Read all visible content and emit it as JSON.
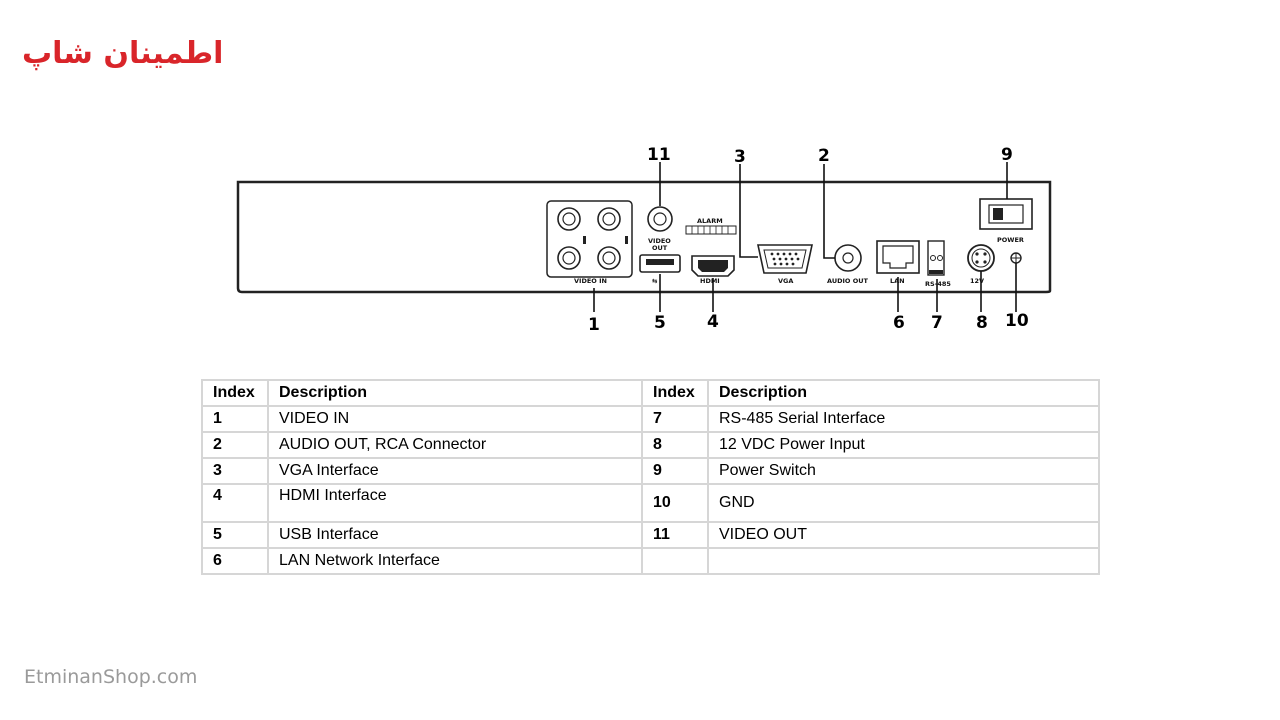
{
  "brand": {
    "logo_text": "اطمینان شاپ",
    "footer": "EtminanShop.com"
  },
  "panel": {
    "labels": {
      "video_in": "VIDEO IN",
      "video_out": [
        "VIDEO",
        "OUT"
      ],
      "alarm": "ALARM",
      "hdmi": "HDMI",
      "vga": "VGA",
      "audio_out": "AUDIO OUT",
      "lan": "LAN",
      "rs485": "RS-485",
      "v12": "12V",
      "power": "POWER"
    },
    "callouts": [
      "1",
      "2",
      "3",
      "4",
      "5",
      "6",
      "7",
      "8",
      "9",
      "10",
      "11"
    ]
  },
  "table": {
    "headers": {
      "index": "Index",
      "description": "Description"
    },
    "rows": [
      {
        "left": {
          "index": "1",
          "description": "VIDEO IN"
        },
        "right": {
          "index": "7",
          "description": "RS-485 Serial Interface"
        }
      },
      {
        "left": {
          "index": "2",
          "description": "AUDIO OUT, RCA Connector"
        },
        "right": {
          "index": "8",
          "description": "12 VDC Power Input"
        }
      },
      {
        "left": {
          "index": "3",
          "description": "VGA Interface"
        },
        "right": {
          "index": "9",
          "description": "Power Switch"
        }
      },
      {
        "left": {
          "index": "4",
          "description": "HDMI Interface"
        },
        "right": {
          "index": "10",
          "description": "GND"
        }
      },
      {
        "left": {
          "index": "5",
          "description": "USB Interface"
        },
        "right": {
          "index": "11",
          "description": "VIDEO OUT"
        }
      },
      {
        "left": {
          "index": "6",
          "description": "LAN Network Interface"
        },
        "right": {
          "index": "",
          "description": ""
        }
      }
    ]
  }
}
